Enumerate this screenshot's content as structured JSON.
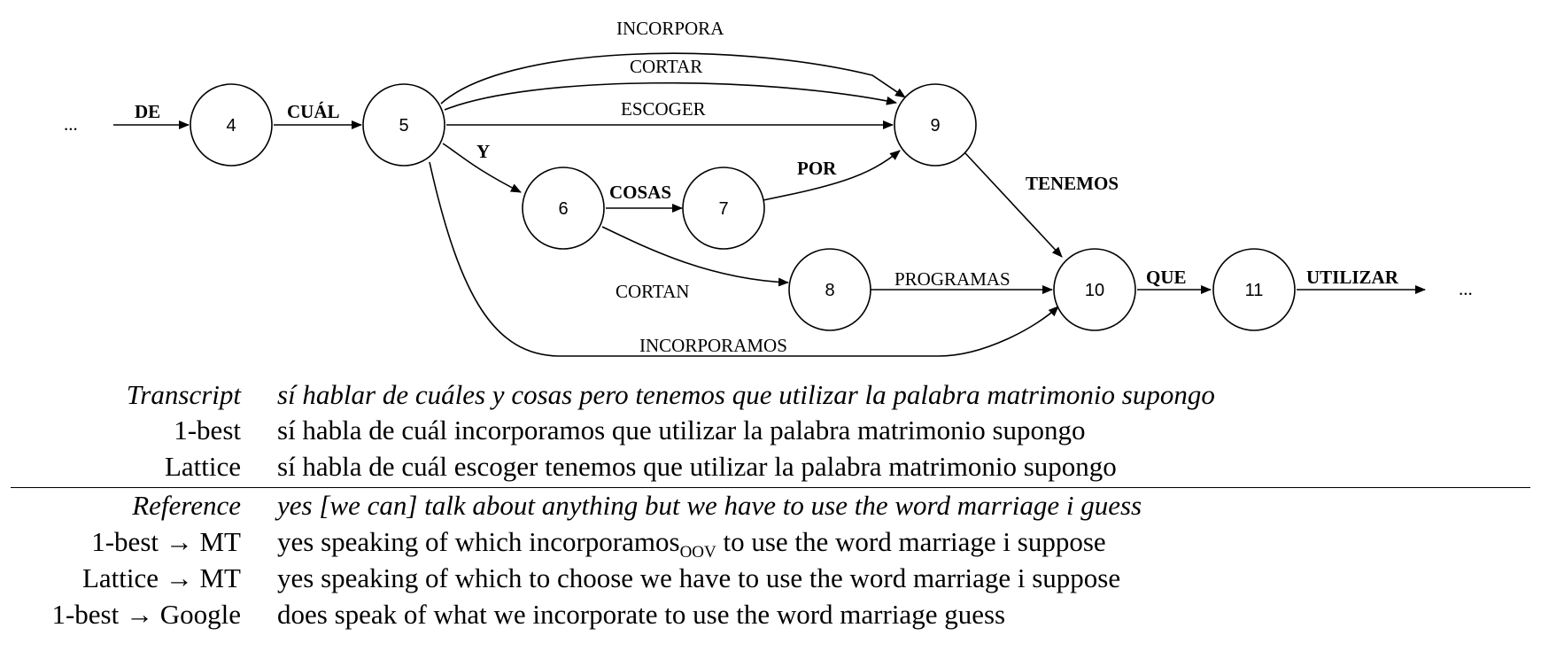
{
  "lattice": {
    "nodes": [
      {
        "id": "4",
        "label": "4"
      },
      {
        "id": "5",
        "label": "5"
      },
      {
        "id": "6",
        "label": "6"
      },
      {
        "id": "7",
        "label": "7"
      },
      {
        "id": "8",
        "label": "8"
      },
      {
        "id": "9",
        "label": "9"
      },
      {
        "id": "10",
        "label": "10"
      },
      {
        "id": "11",
        "label": "11"
      }
    ],
    "start_ellipsis": "...",
    "end_ellipsis": "...",
    "edges": [
      {
        "from": "start",
        "to": "4",
        "label": "DE",
        "bold": true
      },
      {
        "from": "4",
        "to": "5",
        "label": "CUÁL",
        "bold": true
      },
      {
        "from": "5",
        "to": "9",
        "label": "INCORPORA",
        "bold": false
      },
      {
        "from": "5",
        "to": "9",
        "label": "CORTAR",
        "bold": false
      },
      {
        "from": "5",
        "to": "9",
        "label": "ESCOGER",
        "bold": false
      },
      {
        "from": "5",
        "to": "6",
        "label": "Y",
        "bold": true
      },
      {
        "from": "6",
        "to": "7",
        "label": "COSAS",
        "bold": true
      },
      {
        "from": "7",
        "to": "9",
        "label": "POR",
        "bold": true
      },
      {
        "from": "6",
        "to": "8",
        "label": "CORTAN",
        "bold": false
      },
      {
        "from": "9",
        "to": "10",
        "label": "TENEMOS",
        "bold": true
      },
      {
        "from": "8",
        "to": "10",
        "label": "PROGRAMAS",
        "bold": false
      },
      {
        "from": "5",
        "to": "10",
        "label": "INCORPORAMOS",
        "bold": false
      },
      {
        "from": "10",
        "to": "11",
        "label": "QUE",
        "bold": true
      },
      {
        "from": "11",
        "to": "end",
        "label": "UTILIZAR",
        "bold": true
      }
    ]
  },
  "table": {
    "rows": [
      {
        "header": "Transcript",
        "text": "sí hablar de cuáles y cosas pero tenemos que utilizar la palabra matrimonio supongo",
        "italic": true
      },
      {
        "header": "1-best",
        "text": "sí habla de cuál incorporamos que utilizar la palabra matrimonio supongo",
        "italic": false
      },
      {
        "header": "Lattice",
        "text": "sí habla de cuál escoger tenemos que utilizar la palabra matrimonio supongo",
        "italic": false
      },
      {
        "header": "Reference",
        "text": "yes [we can] talk about anything but we have to use the word marriage i guess",
        "italic": true
      },
      {
        "header": "1-best → MT",
        "text_before": "yes speaking of which incorporamos",
        "text_sub": "OOV",
        "text_after": " to use the word marriage i suppose",
        "italic": false
      },
      {
        "header": "Lattice → MT",
        "text": "yes speaking of which to choose we have to use the word marriage i suppose",
        "italic": false
      },
      {
        "header": "1-best → Google",
        "text": "does speak of what we incorporate to use the word marriage guess",
        "italic": false
      }
    ]
  }
}
